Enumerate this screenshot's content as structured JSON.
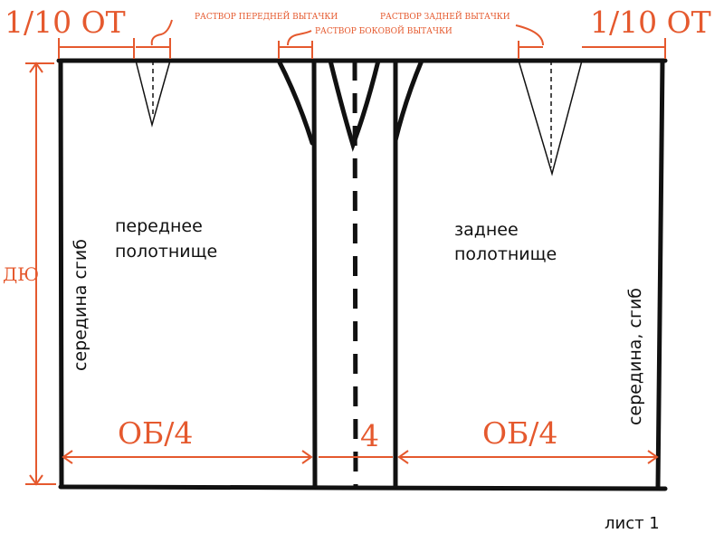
{
  "top_labels": {
    "left_fraction": "1/10 ОТ",
    "right_fraction": "1/10 ОТ",
    "front_dart": "РАСТВОР ПЕРЕДНЕЙ ВЫТАЧКИ",
    "side_dart": "РАСТВОР БОКОВОЙ ВЫТАЧКИ",
    "back_dart": "РАСТВОР ЗАДНЕЙ ВЫТАЧКИ"
  },
  "dims": {
    "length": "ДЮ",
    "front_width": "ОБ/4",
    "ease": "4",
    "back_width": "ОБ/4"
  },
  "panels": {
    "front_line1": "переднее",
    "front_line2": "полотнище",
    "back_line1": "заднее",
    "back_line2": "полотнище",
    "left_fold": "середина сгиб",
    "right_fold": "середина, сгиб"
  },
  "sheet": "лист 1",
  "colors": {
    "dimension": "#e5592e",
    "line": "#111111"
  }
}
